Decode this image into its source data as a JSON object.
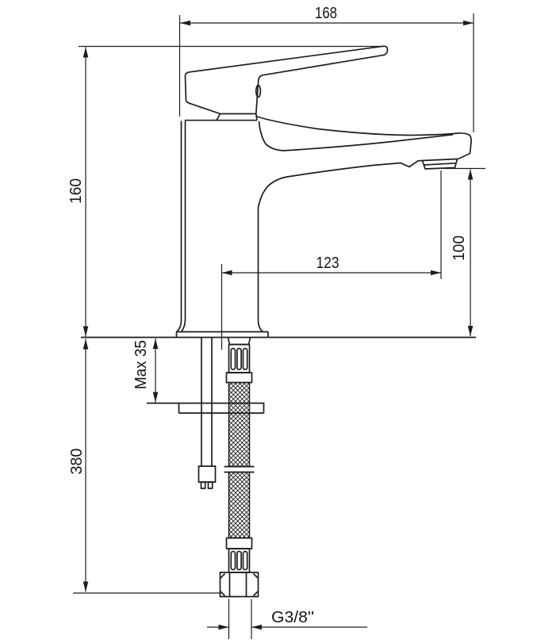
{
  "drawing": {
    "type": "technical-dimension-drawing",
    "subject": "single-lever basin mixer tap, side view with flexible supply hose",
    "background": "#ffffff",
    "line_color": "#1d1d1d",
    "dimensions": {
      "spout_projection_overall": "168",
      "body_height_above_deck": "160",
      "spout_reach_to_aerator": "123",
      "aerator_height_above_deck": "100",
      "max_mounting_thickness": "Max 35",
      "hose_length_below_deck": "380",
      "connection_thread": "G3/8''"
    }
  }
}
